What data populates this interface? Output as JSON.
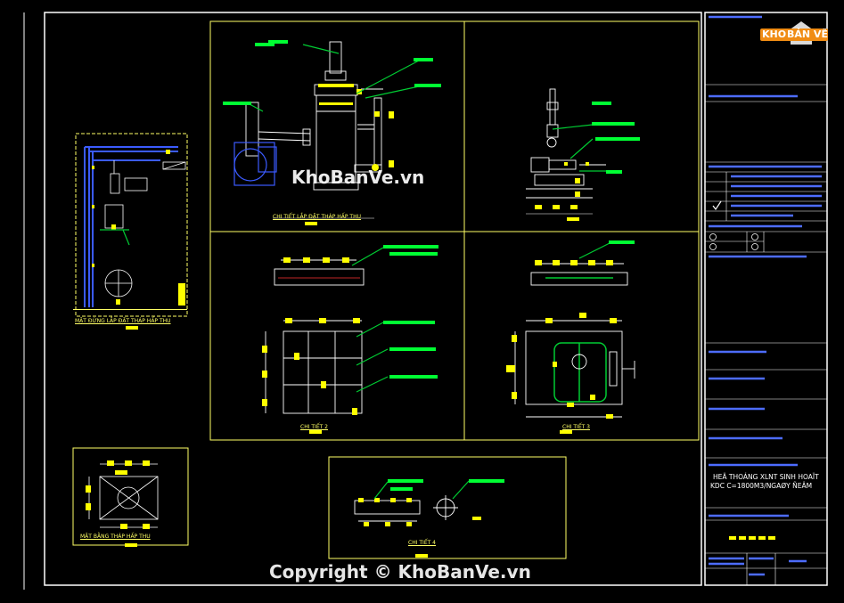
{
  "watermarks": {
    "center": "KhoBanVe.vn",
    "copyright": "Copyright © KhoBanVe.vn"
  },
  "logo": {
    "text_a": "KHO",
    "text_b": "BẢN VẼ"
  },
  "views": {
    "elevation": "MẶT ĐỨNG LẮP ĐẶT THÁP HẤP THU",
    "plan": "MẶT BẰNG THÁP HẤP THU",
    "tower_detail": "CHI TIẾT LẮP ĐẶT THÁP HẤP THU",
    "detail_2": "CHI TIẾT 2",
    "detail_3": "CHI TIẾT 3",
    "detail_4": "CHI TIẾT 4"
  },
  "title_block": {
    "project_title_1": "HEÄ THOÁNG XLNT SINH HOAÏT",
    "project_title_2": "KDC C=1800M3/NGAØY ÑEÂM"
  },
  "colors": {
    "background": "#000000",
    "frame": "#ffffff",
    "viewport_border": "#ffff66",
    "leader": "#00cc33",
    "tag": "#ffff00",
    "title_block_text": "#4d6cff",
    "equipment": "#00aaff"
  }
}
